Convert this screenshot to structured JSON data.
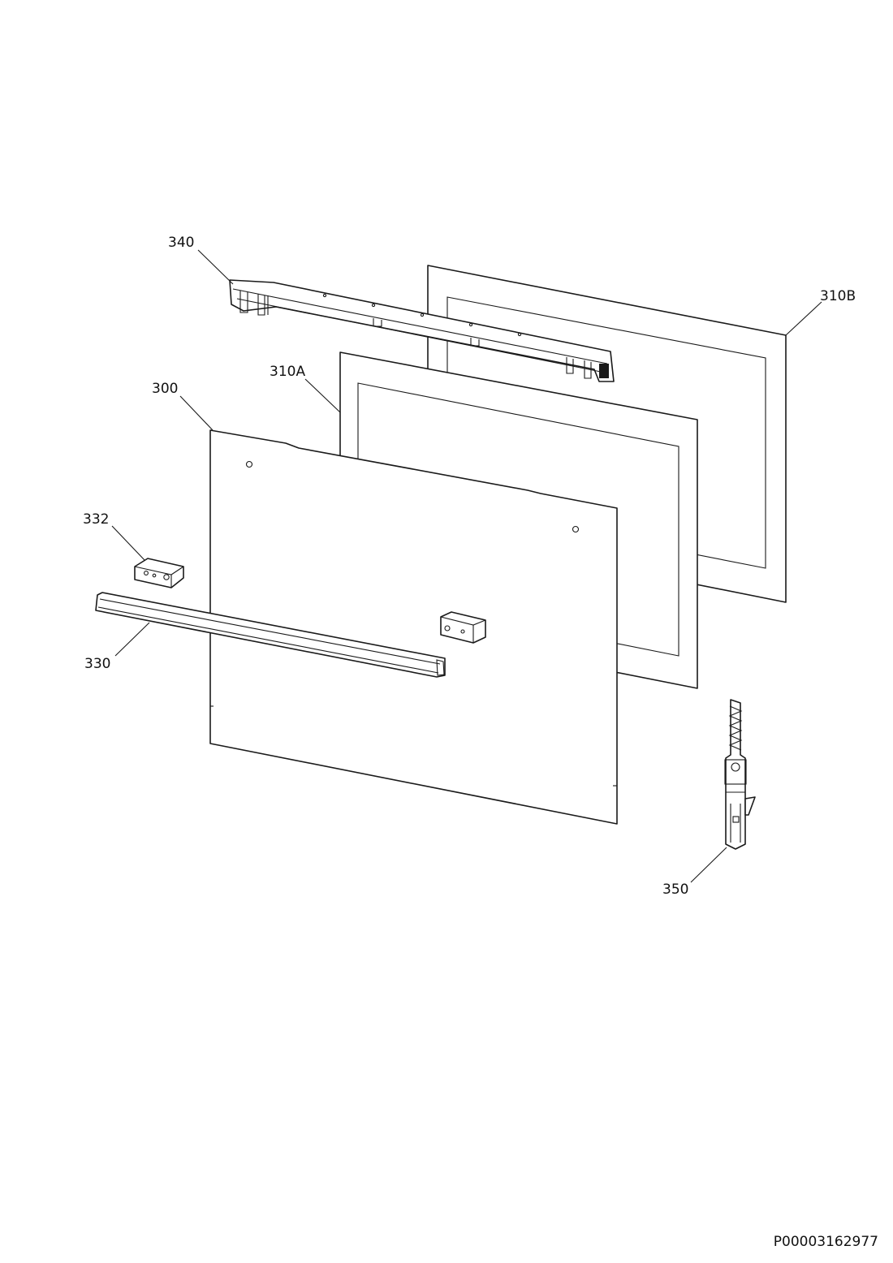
{
  "callouts": {
    "c340": "340",
    "c310B": "310B",
    "c310A": "310A",
    "c300": "300",
    "c332": "332",
    "c330": "330",
    "c350": "350"
  },
  "document_id": "P00003162977"
}
